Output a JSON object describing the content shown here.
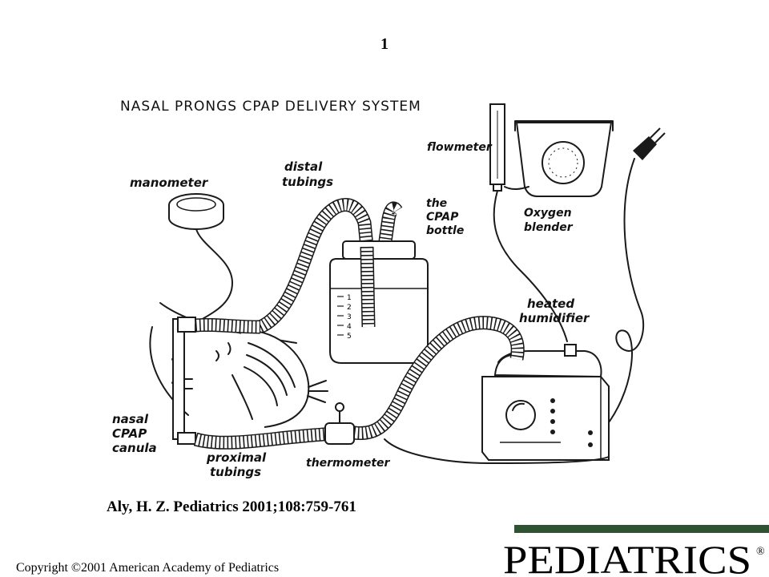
{
  "slide": {
    "number": "1",
    "citation": "Aly, H. Z. Pediatrics 2001;108:759-761",
    "copyright": "Copyright ©2001 American Academy of Pediatrics"
  },
  "diagram": {
    "title": "NASAL PRONGS CPAP DELIVERY SYSTEM",
    "labels": {
      "manometer": "manometer",
      "distal_1": "distal",
      "distal_2": "tubings",
      "bottle_1": "the",
      "bottle_2": "CPAP",
      "bottle_3": "bottle",
      "flowmeter": "flowmeter",
      "blender_1": "Oxygen",
      "blender_2": "blender",
      "humidifier_1": "heated",
      "humidifier_2": "humidifier",
      "nasal_1": "nasal",
      "nasal_2": "CPAP",
      "nasal_3": "canula",
      "proximal_1": "proximal",
      "proximal_2": "tubings",
      "thermometer": "thermometer"
    },
    "bottle_scale": [
      "1",
      "2",
      "3",
      "4",
      "5"
    ]
  },
  "journal_logo": {
    "text": "PEDIATRICS",
    "mark": "®",
    "bar_color": "#2f5233"
  }
}
